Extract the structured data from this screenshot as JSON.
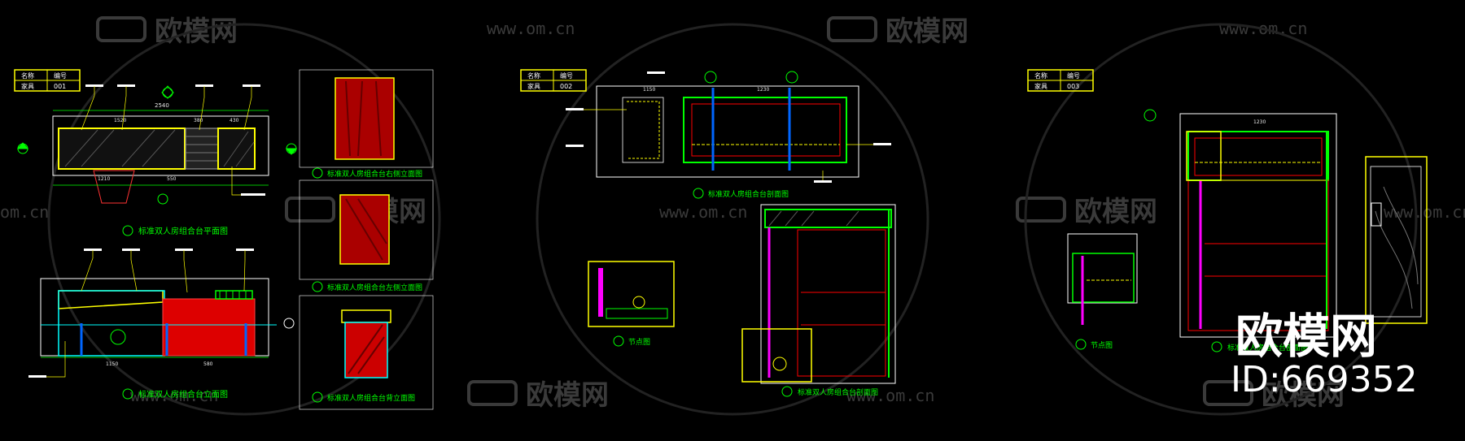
{
  "watermark": {
    "brand": "欧模网",
    "url": "www.om.cn",
    "url_partial": "om.cn"
  },
  "sheets": [
    {
      "title_block": {
        "h1": "名称",
        "h2": "编号",
        "v1": "家具",
        "v2": "001"
      }
    },
    {
      "title_block": {
        "h1": "名称",
        "h2": "编号",
        "v1": "家具",
        "v2": "002"
      }
    },
    {
      "title_block": {
        "h1": "名称",
        "h2": "编号",
        "v1": "家具",
        "v2": "003"
      }
    }
  ],
  "views": {
    "plan": "标准双人房组合台平面图",
    "elevation": "标准双人房组合台立面图",
    "right_side": "标准双人房组合台右侧立面图",
    "left_side": "标准双人房组合台左侧立面图",
    "back": "标准双人房组合台背立面图",
    "section_main": "标准双人房组合台剖面图",
    "section_large": "标准双人房组合台剖面图",
    "detail_1": "节点图",
    "detail_2": "节点图",
    "sheet3_main": "标准双人房组合台剖面图"
  },
  "dimensions": {
    "total_width": "2540",
    "seg_1": "1520",
    "seg_2": "380",
    "seg_3": "430",
    "seg_4": "1210",
    "seg_5": "550",
    "elev_seg_1": "1150",
    "elev_seg_2": "580",
    "sec_seg_1": "1150",
    "sec_seg_2": "1230",
    "sec3_seg": "1230"
  },
  "logo": {
    "text": "欧模网",
    "id": "ID:669352"
  },
  "colors": {
    "background": "#000000",
    "line_cad": "#ffffff",
    "accent_green": "#00ff00",
    "accent_yellow": "#ffff00",
    "accent_red": "#ff0000",
    "accent_cyan": "#00ffff",
    "accent_magenta": "#ff00ff",
    "watermark": "#3a3a3a"
  }
}
